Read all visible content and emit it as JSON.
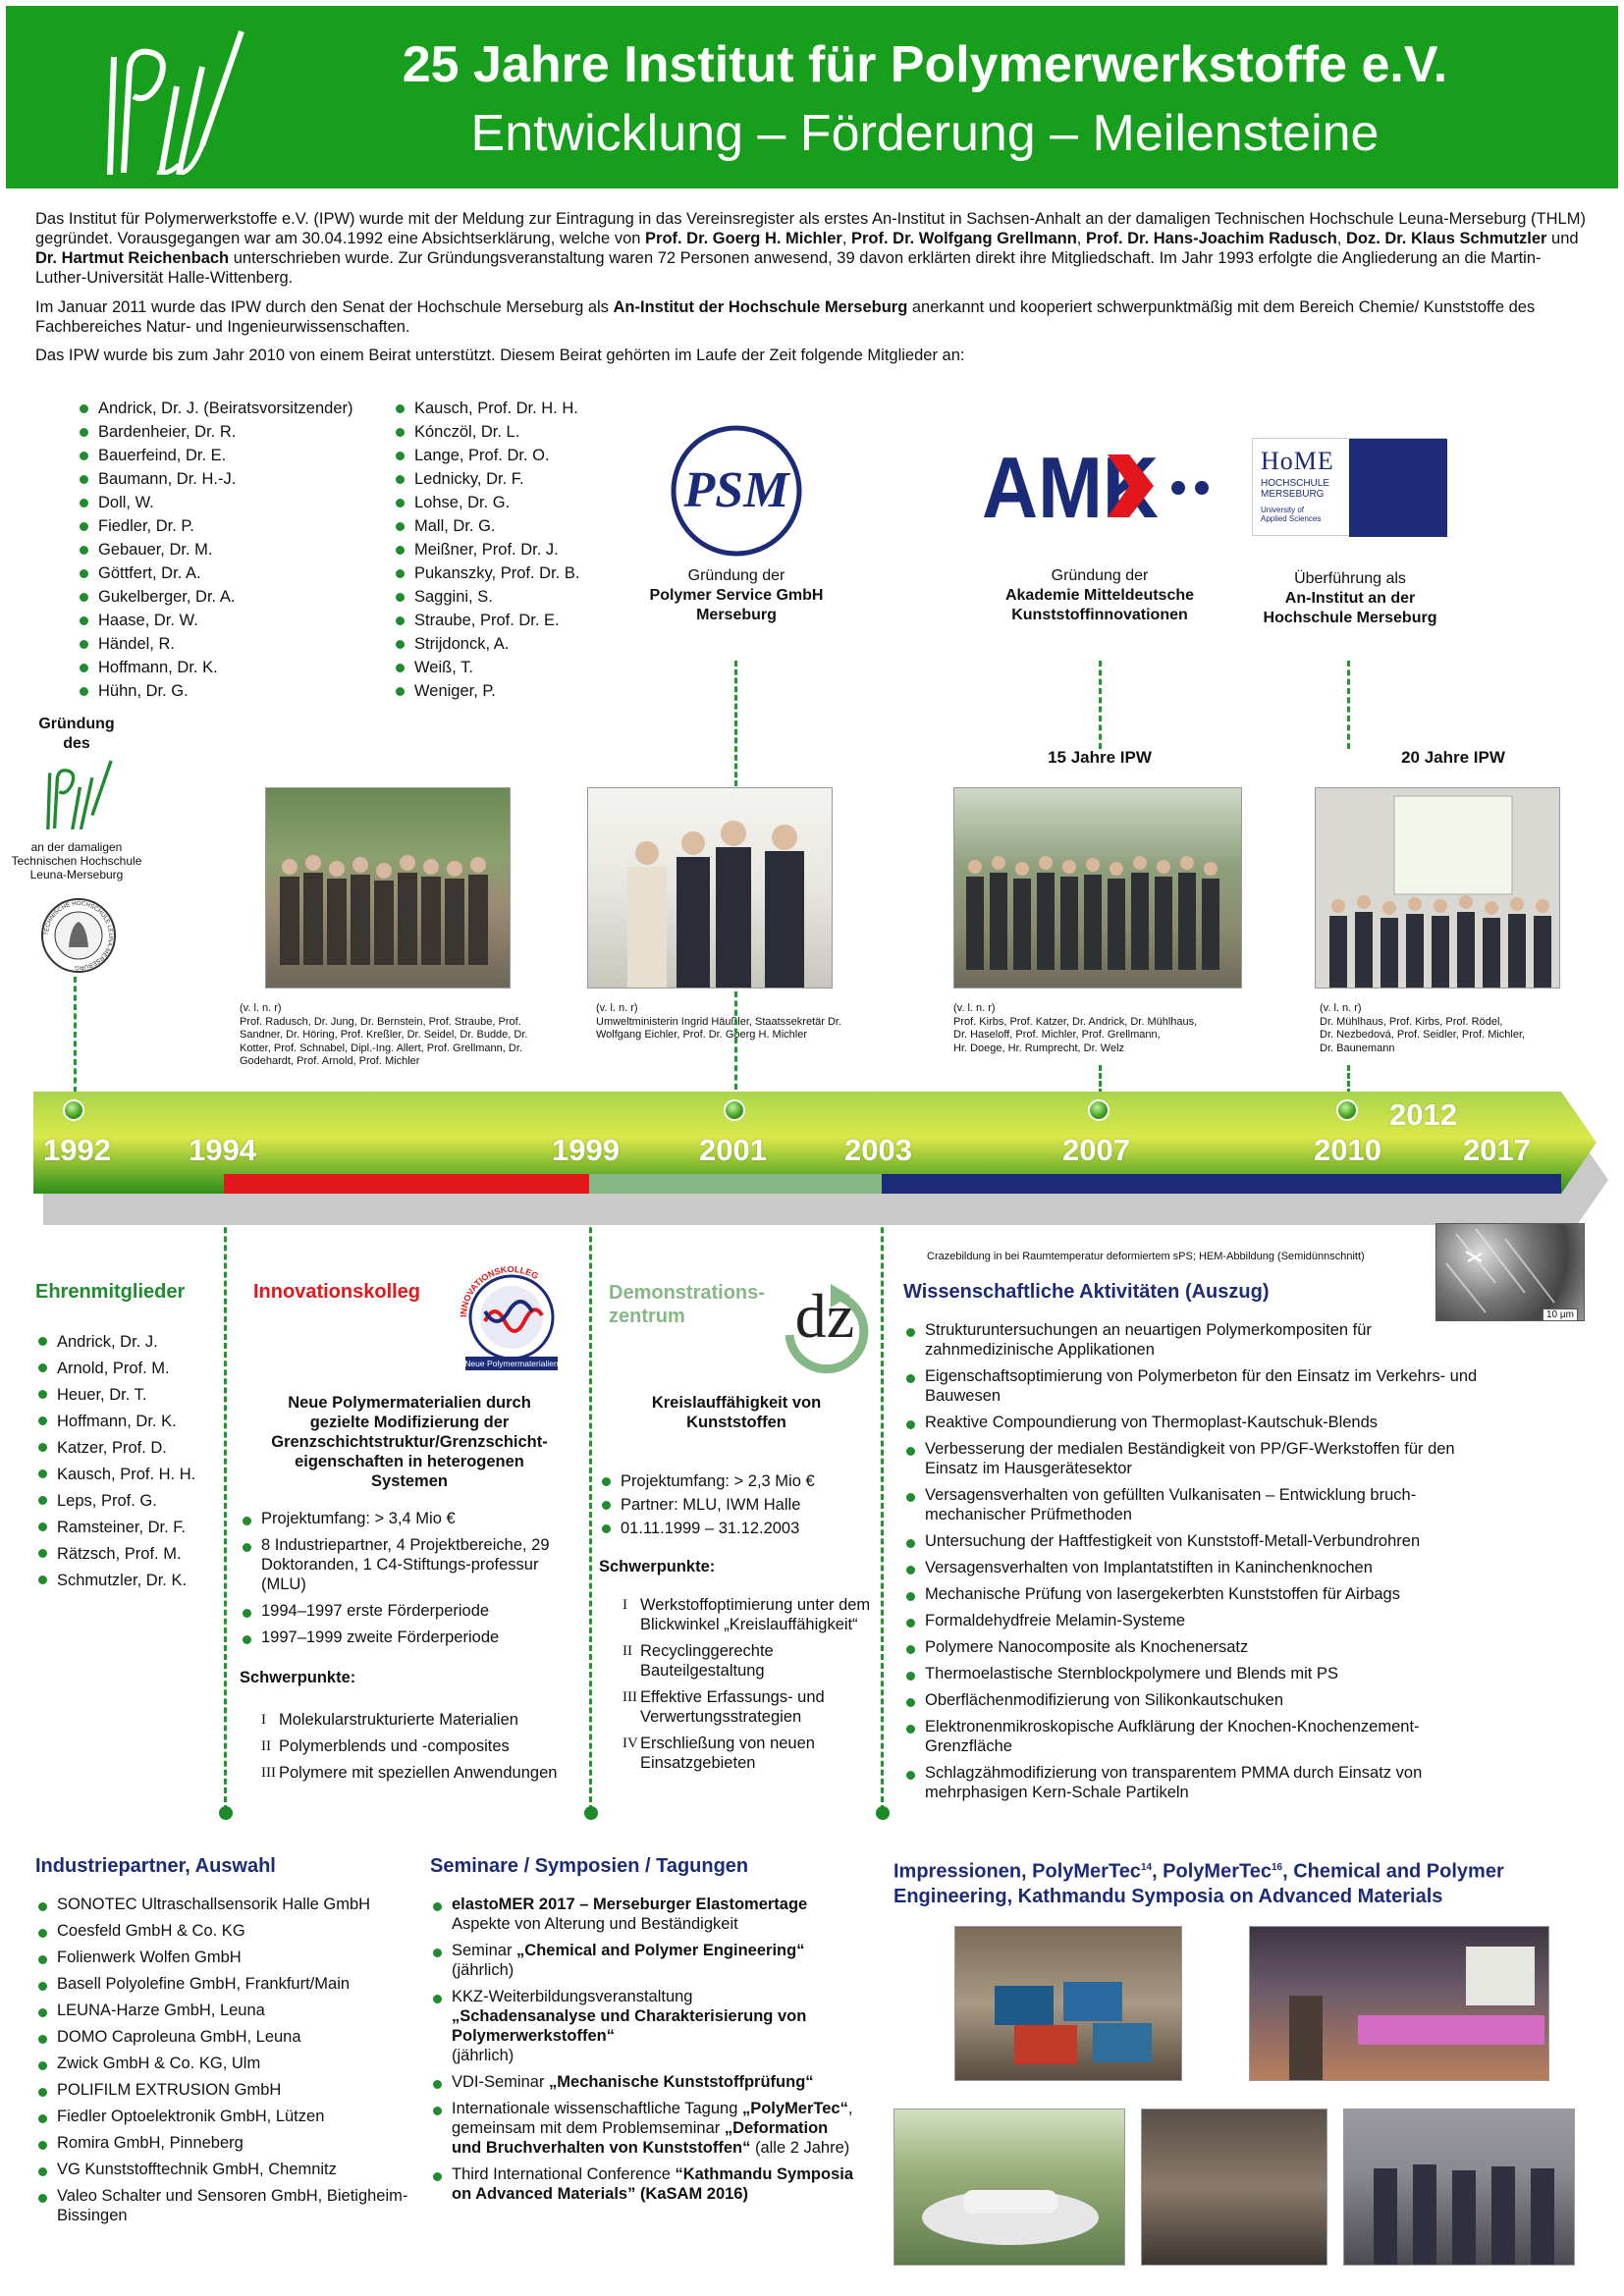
{
  "header": {
    "title": "25 Jahre Institut für Polymerwerkstoffe e.V.",
    "subtitle": "Entwicklung – Förderung – Meilensteine",
    "logo_text": "IPW"
  },
  "intro": {
    "p1_a": "Das Institut für Polymerwerkstoffe e.V. (IPW) wurde mit der Meldung zur Eintragung in das Vereinsregister als erstes An-Institut in Sachsen-Anhalt an der damaligen Technischen Hochschule Leuna-Merseburg (THLM) gegründet. Vorausgegangen war am 30.04.1992 eine Absichtserklärung, welche von ",
    "p1_n1": "Prof. Dr. Goerg H. Michler",
    "p1_s1": ", ",
    "p1_n2": "Prof. Dr. Wolfgang Grellmann",
    "p1_s2": ", ",
    "p1_n3": "Prof. Dr. Hans-Joachim Radusch",
    "p1_s3": ", ",
    "p1_n4": "Doz. Dr. Klaus Schmutzler",
    "p1_s4": " und ",
    "p1_n5": "Dr. Hartmut Reichenbach",
    "p1_b": " unterschrieben wurde. Zur Gründungsveranstaltung waren 72 Personen anwesend, 39 davon erklärten direkt ihre Mitgliedschaft. Im Jahr 1993 erfolgte die Angliederung an die Martin-Luther-Universität Halle-Wittenberg.",
    "p2_a": "Im Januar 2011 wurde das IPW durch den Senat der Hochschule Merseburg als ",
    "p2_b": "An-Institut der Hochschule Merseburg",
    "p2_c": " anerkannt und kooperiert schwerpunktmäßig mit dem Bereich Chemie/ Kunststoffe des Fachbereiches Natur- und Ingenieurwissenschaften.",
    "p3": "Das IPW wurde bis zum Jahr 2010 von einem Beirat unterstützt. Diesem Beirat gehörten im Laufe der Zeit folgende Mitglieder an:"
  },
  "beirat_col1": [
    "Andrick, Dr. J. (Beiratsvorsitzender)",
    "Bardenheier, Dr. R.",
    "Bauerfeind, Dr. E.",
    "Baumann, Dr. H.-J.",
    "Doll, W.",
    "Fiedler, Dr. P.",
    "Gebauer, Dr. M.",
    "Göttfert, Dr. A.",
    "Gukelberger, Dr. A.",
    "Haase, Dr. W.",
    "Händel, R.",
    "Hoffmann, Dr. K.",
    "Hühn, Dr. G."
  ],
  "beirat_col2": [
    "Kausch, Prof. Dr. H. H.",
    "Kónczöl, Dr. L.",
    "Lange, Prof. Dr. O.",
    "Lednicky, Dr. F.",
    "Lohse, Dr. G.",
    "Mall, Dr. G.",
    "Meißner, Prof. Dr. J.",
    "Pukanszky, Prof. Dr. B.",
    "Saggini, S.",
    "Straube, Prof. Dr. E.",
    "Strijdonck, A.",
    "Weiß, T.",
    "Weniger, P."
  ],
  "milestones": {
    "psm_logo": "PSM",
    "psm_l1": "Gründung der",
    "psm_l2": "Polymer Service GmbH",
    "psm_l3": "Merseburg",
    "amk_logo": "AMK",
    "amk_l1": "Gründung der",
    "amk_l2": "Akademie Mitteldeutsche",
    "amk_l3": "Kunststoffinnovationen",
    "home_logo": "HoME",
    "home_sub1": "HOCHSCHULE",
    "home_sub2": "MERSEBURG",
    "home_sub3": "University of",
    "home_sub4": "Applied Sciences",
    "home_l1": "Überführung als",
    "home_l2": "An-Institut an der",
    "home_l3": "Hochschule Merseburg",
    "gruendung_l1": "Gründung",
    "gruendung_l2": "des",
    "gruendung_c1": "an der damaligen",
    "gruendung_c2": "Technischen Hochschule",
    "gruendung_c3": "Leuna-Merseburg",
    "seal_text": "TECHNISCHE HOCHSCHULE LEUNA-MERSEBURG",
    "jubi15": "15 Jahre IPW",
    "jubi20": "20 Jahre IPW"
  },
  "photo_caps": {
    "c1_a": "(v. l. n. r)",
    "c1_b": "Prof. Radusch, Dr. Jung, Dr. Bernstein, Prof. Straube, Prof.",
    "c1_c": "Sandner, Dr. Höring, Prof. Kreßler, Dr. Seidel, Dr. Budde, Dr.",
    "c1_d": "Kotter, Prof. Schnabel, Dipl.-Ing. Allert, Prof. Grellmann, Dr.",
    "c1_e": "Godehardt, Prof. Arnold, Prof. Michler",
    "c2_a": "(v. l. n. r)",
    "c2_b": "Umweltministerin Ingrid Häußler, Staatssekretär Dr.",
    "c2_c": "Wolfgang Eichler, Prof. Dr. Goerg H. Michler",
    "c3_a": "(v. l. n. r)",
    "c3_b": "Prof. Kirbs, Prof. Katzer, Dr. Andrick, Dr. Mühlhaus,",
    "c3_c": "Dr. Haseloff, Prof. Michler, Prof. Grellmann,",
    "c3_d": "Hr. Doege, Hr. Rumprecht, Dr. Welz",
    "c4_a": "(v. l. n. r)",
    "c4_b": "Dr. Mühlhaus, Prof. Kirbs, Prof. Rödel,",
    "c4_c": "Dr. Nezbedová, Prof. Seidler, Prof. Michler,",
    "c4_d": "Dr. Baunemann"
  },
  "timeline": {
    "years": [
      "1992",
      "1994",
      "1999",
      "2001",
      "2003",
      "2007",
      "2010",
      "2012",
      "2017"
    ]
  },
  "colors": {
    "header_green": "#179e1c",
    "red_bar": "#e3171b",
    "light_green_bar": "#86b787",
    "navy_bar": "#1b2b77"
  },
  "ehren": {
    "title": "Ehrenmitglieder",
    "items": [
      "Andrick, Dr. J.",
      "Arnold, Prof. M.",
      "Heuer, Dr. T.",
      "Hoffmann, Dr. K.",
      "Katzer, Prof. D.",
      "Kausch, Prof. H. H.",
      "Leps, Prof. G.",
      "Ramsteiner, Dr. F.",
      "Rätzsch, Prof. M.",
      "Schmutzler, Dr. K."
    ]
  },
  "innov": {
    "title": "Innovationskolleg",
    "logo_ring": "INNOVATIONSKOLLEG",
    "logo_label": "Neue Polymermaterialien",
    "head": "Neue Polymermaterialien durch gezielte Modifizierung der Grenzschichtstruktur/Grenzschicht-eigenschaften in heterogenen Systemen",
    "items": [
      "Projektumfang:  > 3,4 Mio €",
      "8 Industriepartner, 4 Projektbereiche, 29 Doktoranden, 1 C4-Stiftungs-professur (MLU)",
      "1994–1997 erste Förderperiode",
      "1997–1999 zweite Förderperiode"
    ],
    "sp": "Schwerpunkte:",
    "rom": [
      {
        "n": "I",
        "t": "Molekularstrukturierte Materialien"
      },
      {
        "n": "II",
        "t": "Polymerblends und -composites"
      },
      {
        "n": "III",
        "t": "Polymere mit speziellen Anwendungen"
      }
    ]
  },
  "demo": {
    "title_a": "Demonstrations-",
    "title_b": "zentrum",
    "logo": "dz",
    "head": "Kreislauffähigkeit von Kunststoffen",
    "items": [
      "Projektumfang:  > 2,3 Mio €",
      "Partner: MLU, IWM Halle",
      "01.11.1999 – 31.12.2003"
    ],
    "sp": "Schwerpunkte:",
    "rom": [
      {
        "n": "I",
        "t": "Werkstoffoptimierung unter dem Blickwinkel „Kreislauffähigkeit“"
      },
      {
        "n": "II",
        "t": "Recyclinggerechte Bauteilgestaltung"
      },
      {
        "n": "III",
        "t": "Effektive Erfassungs- und Verwertungsstrategien"
      },
      {
        "n": "IV",
        "t": "Erschließung von neuen Einsatzgebieten"
      }
    ]
  },
  "wiss": {
    "title": "Wissenschaftliche Aktivitäten (Auszug)",
    "micro_cap": "Crazebildung in bei Raumtemperatur deformiertem sPS; HEM-Abbildung (Semidünnschnitt)",
    "scale": "10 µm",
    "items": [
      "Strukturuntersuchungen an neuartigen Polymerkompositen für zahnmedizinische Applikationen",
      "Eigenschaftsoptimierung von Polymerbeton für den Einsatz im Verkehrs- und Bauwesen",
      "Reaktive Compoundierung von Thermoplast-Kautschuk-Blends",
      "Verbesserung der medialen Beständigkeit von PP/GF-Werkstoffen für den Einsatz im Hausgerätesektor",
      "Versagensverhalten von gefüllten Vulkanisaten – Entwicklung bruch-mechanischer Prüfmethoden",
      "Untersuchung der Haftfestigkeit von Kunststoff-Metall-Verbundrohren",
      "Versagensverhalten von Implantatstiften in Kaninchenknochen",
      "Mechanische Prüfung von lasergekerbten Kunststoffen für Airbags",
      "Formaldehydfreie Melamin-Systeme",
      "Polymere Nanocomposite als Knochenersatz",
      "Thermoelastische Sternblockpolymere und Blends mit PS",
      "Oberflächenmodifizierung von Silikonkautschuken",
      "Elektronenmikroskopische Aufklärung der Knochen-Knochenzement-Grenzfläche",
      "Schlagzähmodifizierung von transparentem PMMA durch Einsatz von mehrphasigen Kern-Schale Partikeln"
    ]
  },
  "industrie": {
    "title": "Industriepartner, Auswahl",
    "items": [
      "SONOTEC Ultraschallsensorik Halle GmbH",
      "Coesfeld GmbH & Co. KG",
      "Folienwerk Wolfen GmbH",
      "Basell Polyolefine GmbH, Frankfurt/Main",
      "LEUNA-Harze GmbH, Leuna",
      "DOMO Caproleuna GmbH, Leuna",
      "Zwick GmbH & Co. KG, Ulm",
      "POLIFILM EXTRUSION GmbH",
      "Fiedler Optoelektronik GmbH, Lützen",
      "Romira GmbH, Pinneberg",
      "VG Kunststofftechnik GmbH, Chemnitz",
      "Valeo Schalter und Sensoren GmbH, Bietigheim-Bissingen"
    ]
  },
  "seminare": {
    "title": "Seminare / Symposien / Tagungen",
    "s1_b": "elastoMER 2017 – Merseburger Elastomertage",
    "s1_n": "Aspekte von Alterung und Beständigkeit",
    "s2_a": "Seminar ",
    "s2_b": "„Chemical and Polymer Engineering“",
    "s2_c": "(jährlich)",
    "s3_a": "KKZ-Weiterbildungsveranstaltung",
    "s3_b": "„Schadensanalyse und Charakterisierung von Polymerwerkstoffen“",
    "s3_c": "(jährlich)",
    "s4_a": "VDI-Seminar ",
    "s4_b": "„Mechanische Kunststoffprüfung“",
    "s5_a": "Internationale wissenschaftliche Tagung ",
    "s5_b": "„PolyMerTec“",
    "s5_c": ", gemeinsam mit dem Problemseminar ",
    "s5_d": "„Deformation und Bruchverhalten von Kunststoffen“",
    "s5_e": " (alle 2 Jahre)",
    "s6_a": "Third International Conference ",
    "s6_b": "“Kathmandu Symposia on Advanced Materials” (KaSAM 2016)"
  },
  "impress": {
    "title_a": "Impressionen, PolyMerTec",
    "sup1": "14",
    "title_b": ", PolyMerTec",
    "sup2": "16",
    "title_c": ", Chemical and Polymer Engineering, Kathmandu Symposia on Advanced Materials"
  }
}
